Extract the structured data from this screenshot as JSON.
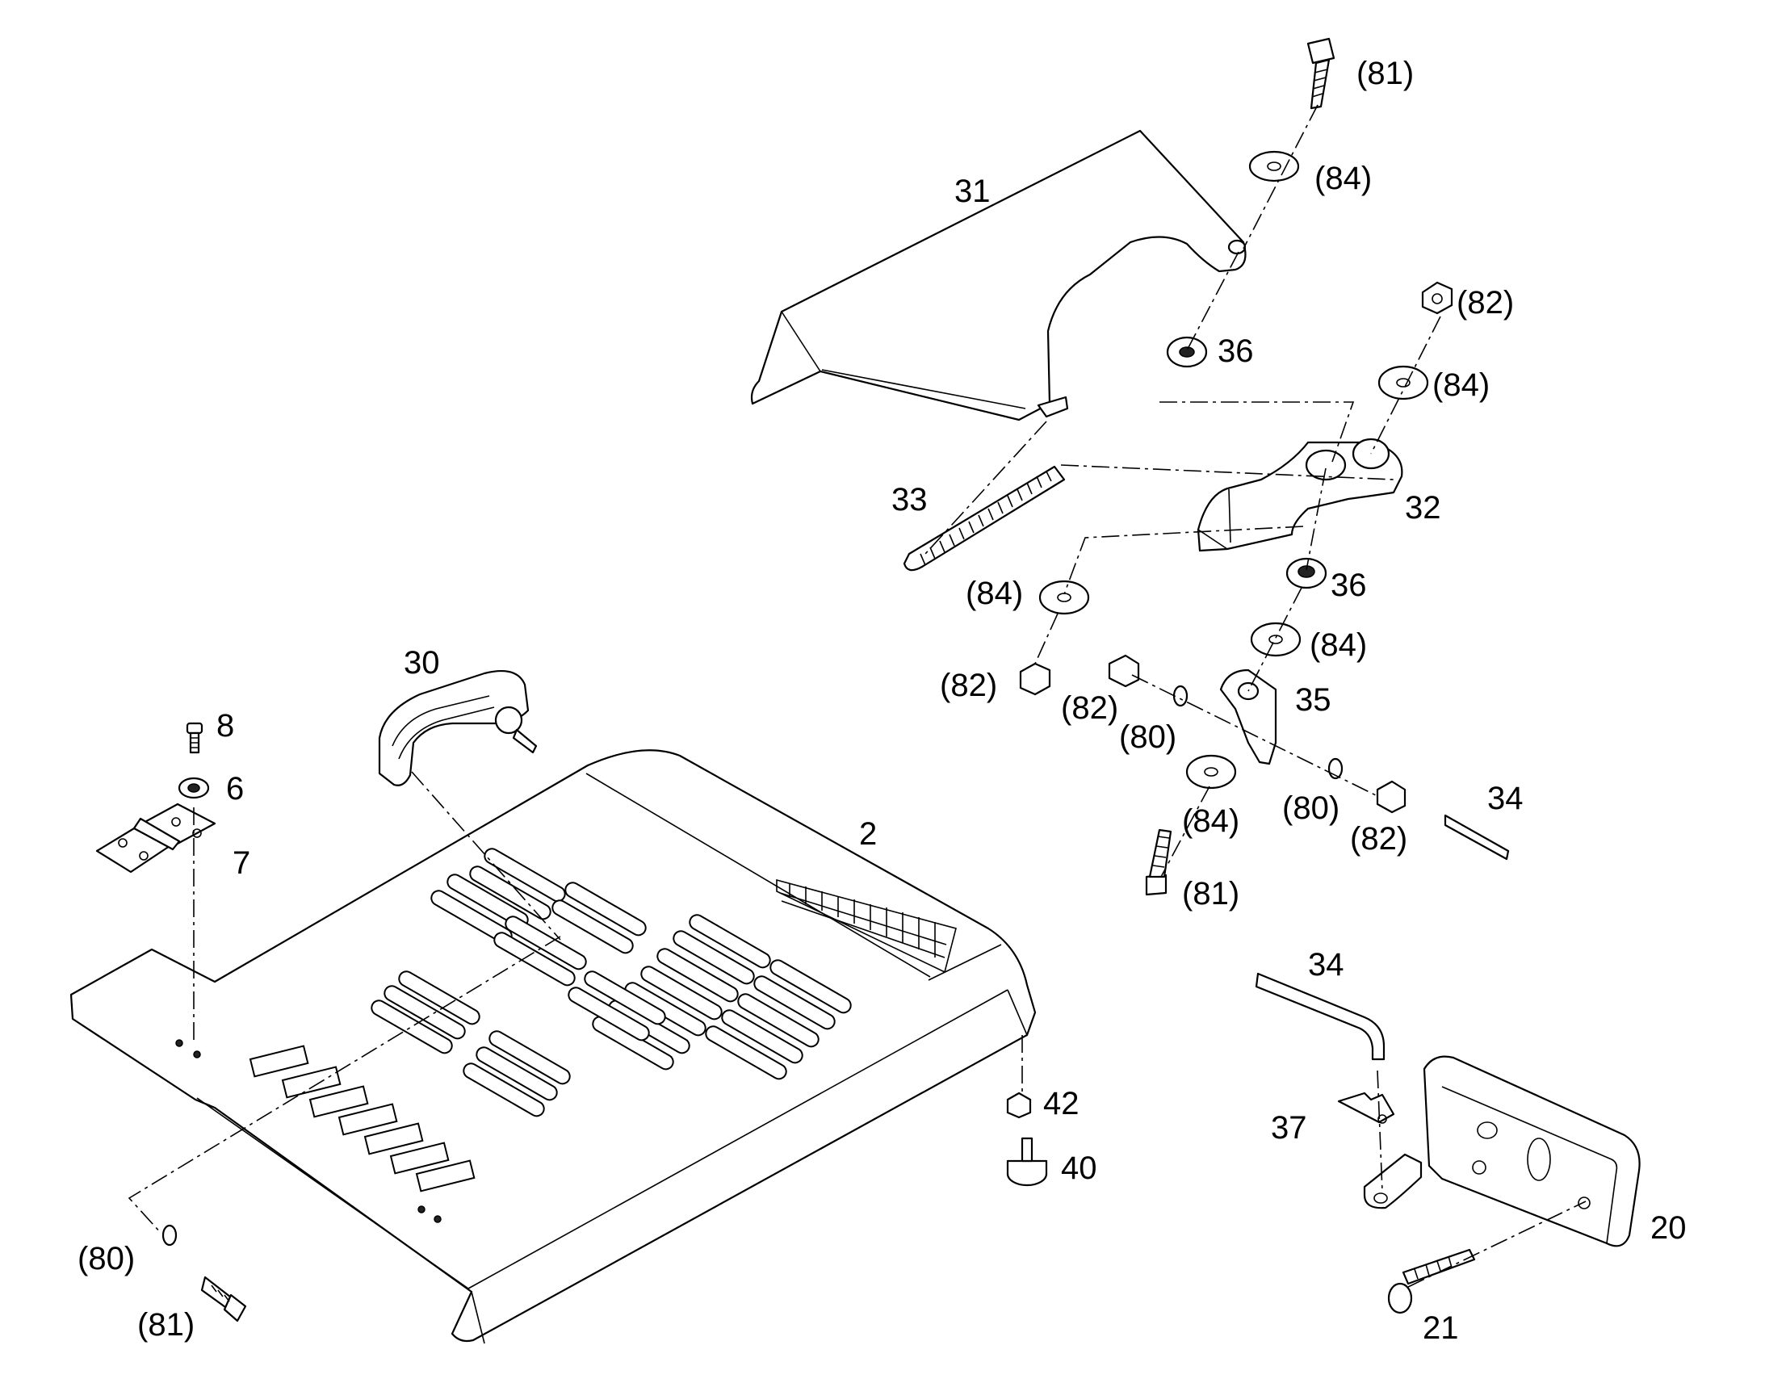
{
  "diagram": {
    "labels": [
      {
        "id": "p81a",
        "text": "(81)"
      },
      {
        "id": "p84a",
        "text": "(84)"
      },
      {
        "id": "p31",
        "text": "31"
      },
      {
        "id": "p82a",
        "text": "(82)"
      },
      {
        "id": "p36a",
        "text": "36"
      },
      {
        "id": "p84b",
        "text": "(84)"
      },
      {
        "id": "p33",
        "text": "33"
      },
      {
        "id": "p32",
        "text": "32"
      },
      {
        "id": "p84c",
        "text": "(84)"
      },
      {
        "id": "p36b",
        "text": "36"
      },
      {
        "id": "p84d",
        "text": "(84)"
      },
      {
        "id": "p82b",
        "text": "(82)"
      },
      {
        "id": "p82c",
        "text": "(82)"
      },
      {
        "id": "p35",
        "text": "35"
      },
      {
        "id": "p80a",
        "text": "(80)"
      },
      {
        "id": "p34a",
        "text": "34"
      },
      {
        "id": "p84e",
        "text": "(84)"
      },
      {
        "id": "p80b",
        "text": "(80)"
      },
      {
        "id": "p82d",
        "text": "(82)"
      },
      {
        "id": "p81b",
        "text": "(81)"
      },
      {
        "id": "p30",
        "text": "30"
      },
      {
        "id": "p8",
        "text": "8"
      },
      {
        "id": "p6",
        "text": "6"
      },
      {
        "id": "p7",
        "text": "7"
      },
      {
        "id": "p2",
        "text": "2"
      },
      {
        "id": "p34b",
        "text": "34"
      },
      {
        "id": "p42",
        "text": "42"
      },
      {
        "id": "p37",
        "text": "37"
      },
      {
        "id": "p40",
        "text": "40"
      },
      {
        "id": "p20",
        "text": "20"
      },
      {
        "id": "p80c",
        "text": "(80)"
      },
      {
        "id": "p81c",
        "text": "(81)"
      },
      {
        "id": "p21",
        "text": "21"
      }
    ]
  }
}
